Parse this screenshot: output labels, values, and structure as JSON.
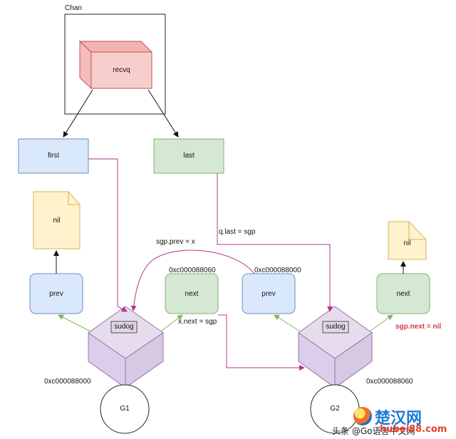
{
  "diagram": {
    "chan_label": "Chan",
    "recvq_label": "recvq",
    "first_label": "first",
    "last_label": "last",
    "nil_left": "nil",
    "nil_right": "nil",
    "prev_g1": "prev",
    "next_g1": "next",
    "prev_g2": "prev",
    "next_g2": "next",
    "sudog_g1": "sudog",
    "sudog_g2": "sudog",
    "g1_label": "G1",
    "g2_label": "G2",
    "annotations": {
      "q_last": "q.last = sgp",
      "sgp_prev": "sgp.prev = x",
      "x_next": "x.next = sgp",
      "sgp_next_nil": "sgp.next = nil",
      "addr_next_g1": "0xc000088060",
      "addr_prev_g2": "0xc000088000",
      "addr_g1": "0xc000088000",
      "addr_g2": "0xc000088060"
    }
  },
  "watermark": {
    "main": "楚汉网",
    "url": "hubei88.com",
    "partial": "头条 @Go语言中文网"
  },
  "colors": {
    "blue_fill": "#dae8fc",
    "blue_stroke": "#6c8ebf",
    "green_fill": "#d5e8d4",
    "green_stroke": "#82b366",
    "yellow_fill": "#fff2cc",
    "yellow_stroke": "#d6b656",
    "red_fill": "#f8cecc",
    "red_stroke": "#b85450",
    "purple_fill": "#e1d5e7",
    "purple_stroke": "#9673a6",
    "magenta_line": "#b5348f",
    "green_line": "#82b366",
    "annotation_red": "#d23c3c"
  }
}
